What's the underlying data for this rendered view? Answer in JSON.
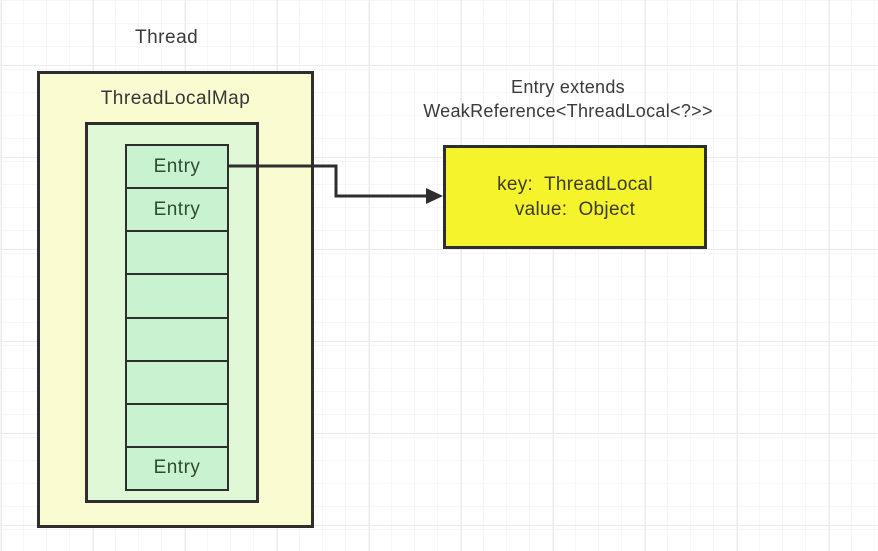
{
  "diagram": {
    "thread_label": "Thread",
    "threadlocalmap": {
      "title": "ThreadLocalMap"
    },
    "entry_cells": [
      {
        "label": "Entry"
      },
      {
        "label": "Entry"
      },
      {
        "label": ""
      },
      {
        "label": ""
      },
      {
        "label": ""
      },
      {
        "label": ""
      },
      {
        "label": ""
      },
      {
        "label": "Entry"
      }
    ],
    "entry_note": {
      "line1": "Entry extends",
      "line2": "WeakReference<ThreadLocal<?>>"
    },
    "kv_box": {
      "line1": "key:  ThreadLocal",
      "line2": "value:  Object"
    },
    "colors": {
      "outer_fill": "#FBFBD2",
      "inner_fill": "#E0F8D6",
      "cell_fill": "#C9F3D0",
      "kv_fill": "#F5F32B",
      "stroke": "#2E2E2E",
      "label_text": "#3A3A3A",
      "entry_text": "#2E4B33",
      "kv_text": "#3B3B26"
    }
  }
}
